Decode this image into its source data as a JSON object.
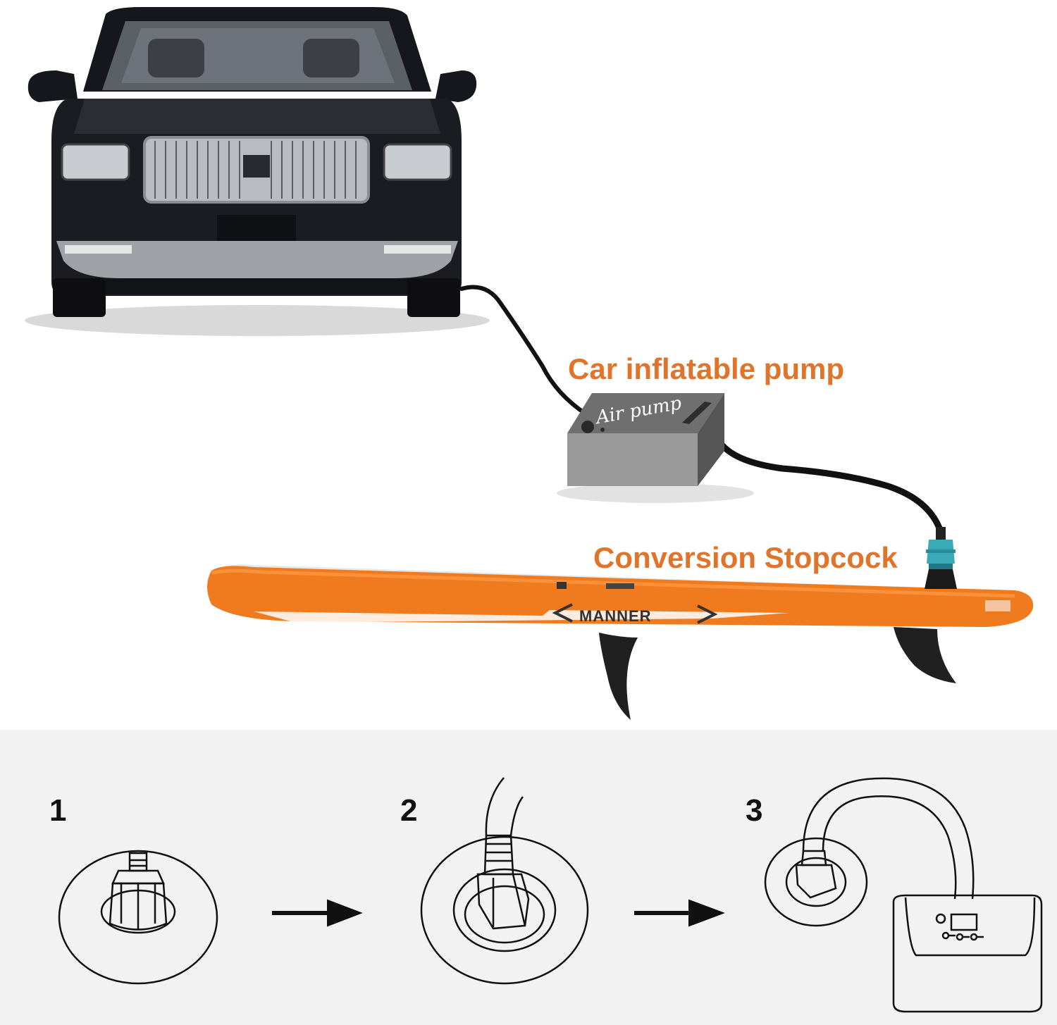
{
  "labels": {
    "pump": "Car inflatable pump",
    "stopcock": "Conversion Stopcock",
    "pump_box_text": "Air pump",
    "board_brand": "MANNER"
  },
  "steps": [
    {
      "number": "1"
    },
    {
      "number": "2"
    },
    {
      "number": "3"
    }
  ],
  "colors": {
    "accent": "#e0742a",
    "board": "#f07a1e",
    "car": "#1b1c22",
    "pump_box": "#8d8d8d",
    "valve": "#3aa9b8",
    "panel": "#f2f2f2"
  }
}
